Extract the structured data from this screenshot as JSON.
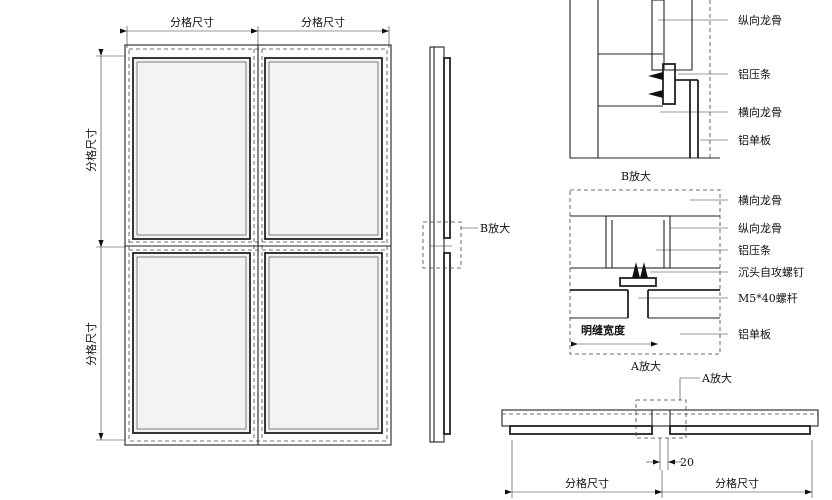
{
  "elevation": {
    "dim_label_top_left": "分格尺寸",
    "dim_label_top_right": "分格尺寸",
    "dim_label_left_upper": "分格尺寸",
    "dim_label_left_lower": "分格尺寸"
  },
  "section_view": {
    "callout_b": "B放大"
  },
  "detail_b": {
    "title": "B放大",
    "labels": [
      "纵向龙骨",
      "铝压条",
      "横向龙骨",
      "铝单板"
    ]
  },
  "detail_a": {
    "title": "A放大",
    "labels": [
      "横向龙骨",
      "纵向龙骨",
      "铝压条",
      "沉头自攻螺钉",
      "M5*40螺杆",
      "铝单板"
    ],
    "joint_width_label": "明缝宽度"
  },
  "plan_view": {
    "callout_a": "A放大",
    "dim_value": "20",
    "dim_label_left": "分格尺寸",
    "dim_label_right": "分格尺寸"
  }
}
